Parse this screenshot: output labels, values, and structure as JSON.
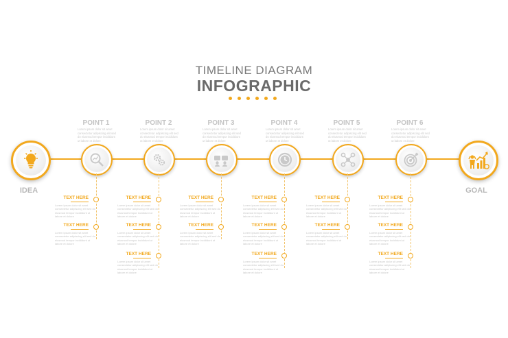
{
  "header": {
    "title_line1": "TIMELINE DIAGRAM",
    "title_line2": "INFOGRAPHIC"
  },
  "colors": {
    "accent": "#f2a81d",
    "text_gray": "#6a6a6a",
    "label_gray": "#c4c4c4"
  },
  "start": {
    "label": "IDEA",
    "icon": "lightbulb-icon"
  },
  "goal": {
    "label": "GOAL",
    "icon": "growth-chart-person-icon"
  },
  "points": [
    {
      "label": "POINT 1",
      "icon": "search-analytics-icon",
      "desc": "Lorem ipsum dolor sit amet consectetur adipiscing elit sed do eiusmod tempor incididunt ut labore et dolore",
      "items": [
        {
          "title": "TEXT HERE",
          "body": "Lorem ipsum dolor sit amet consectetur adipiscing elit sed do eiusmod tempor incididunt ut labore et dolore"
        },
        {
          "title": "TEXT HERE",
          "body": "Lorem ipsum dolor sit amet consectetur adipiscing elit sed do eiusmod tempor incididunt ut labore et dolore"
        }
      ]
    },
    {
      "label": "POINT 2",
      "icon": "gears-icon",
      "desc": "Lorem ipsum dolor sit amet consectetur adipiscing elit sed do eiusmod tempor incididunt ut labore et dolore",
      "items": [
        {
          "title": "TEXT HERE",
          "body": "Lorem ipsum dolor sit amet consectetur adipiscing elit sed do eiusmod tempor incididunt ut labore et dolore"
        },
        {
          "title": "TEXT HERE",
          "body": "Lorem ipsum dolor sit amet consectetur adipiscing elit sed do eiusmod tempor incididunt ut labore et dolore"
        },
        {
          "title": "TEXT HERE",
          "body": "Lorem ipsum dolor sit amet consectetur adipiscing elit sed do eiusmod tempor incididunt ut labore et dolore"
        }
      ]
    },
    {
      "label": "POINT 3",
      "icon": "team-icon",
      "desc": "Lorem ipsum dolor sit amet consectetur adipiscing elit sed do eiusmod tempor incididunt ut labore et dolore",
      "items": [
        {
          "title": "TEXT HERE",
          "body": "Lorem ipsum dolor sit amet consectetur adipiscing elit sed do eiusmod tempor incididunt ut labore et dolore"
        },
        {
          "title": "TEXT HERE",
          "body": "Lorem ipsum dolor sit amet consectetur adipiscing elit sed do eiusmod tempor incididunt ut labore et dolore"
        }
      ]
    },
    {
      "label": "POINT 4",
      "icon": "clock-icon",
      "desc": "Lorem ipsum dolor sit amet consectetur adipiscing elit sed do eiusmod tempor incididunt ut labore et dolore",
      "items": [
        {
          "title": "TEXT HERE",
          "body": "Lorem ipsum dolor sit amet consectetur adipiscing elit sed do eiusmod tempor incididunt ut labore et dolore"
        },
        {
          "title": "TEXT HERE",
          "body": "Lorem ipsum dolor sit amet consectetur adipiscing elit sed do eiusmod tempor incididunt ut labore et dolore"
        },
        {
          "title": "TEXT HERE",
          "body": "Lorem ipsum dolor sit amet consectetur adipiscing elit sed do eiusmod tempor incididunt ut labore et dolore"
        }
      ]
    },
    {
      "label": "POINT 5",
      "icon": "network-icon",
      "desc": "Lorem ipsum dolor sit amet consectetur adipiscing elit sed do eiusmod tempor incididunt ut labore et dolore",
      "items": [
        {
          "title": "TEXT HERE",
          "body": "Lorem ipsum dolor sit amet consectetur adipiscing elit sed do eiusmod tempor incididunt ut labore et dolore"
        },
        {
          "title": "TEXT HERE",
          "body": "Lorem ipsum dolor sit amet consectetur adipiscing elit sed do eiusmod tempor incididunt ut labore et dolore"
        }
      ]
    },
    {
      "label": "POINT 6",
      "icon": "target-icon",
      "desc": "Lorem ipsum dolor sit amet consectetur adipiscing elit sed do eiusmod tempor incididunt ut labore et dolore",
      "items": [
        {
          "title": "TEXT HERE",
          "body": "Lorem ipsum dolor sit amet consectetur adipiscing elit sed do eiusmod tempor incididunt ut labore et dolore"
        },
        {
          "title": "TEXT HERE",
          "body": "Lorem ipsum dolor sit amet consectetur adipiscing elit sed do eiusmod tempor incididunt ut labore et dolore"
        },
        {
          "title": "TEXT HERE",
          "body": "Lorem ipsum dolor sit amet consectetur adipiscing elit sed do eiusmod tempor incididunt ut labore et dolore"
        }
      ]
    }
  ]
}
